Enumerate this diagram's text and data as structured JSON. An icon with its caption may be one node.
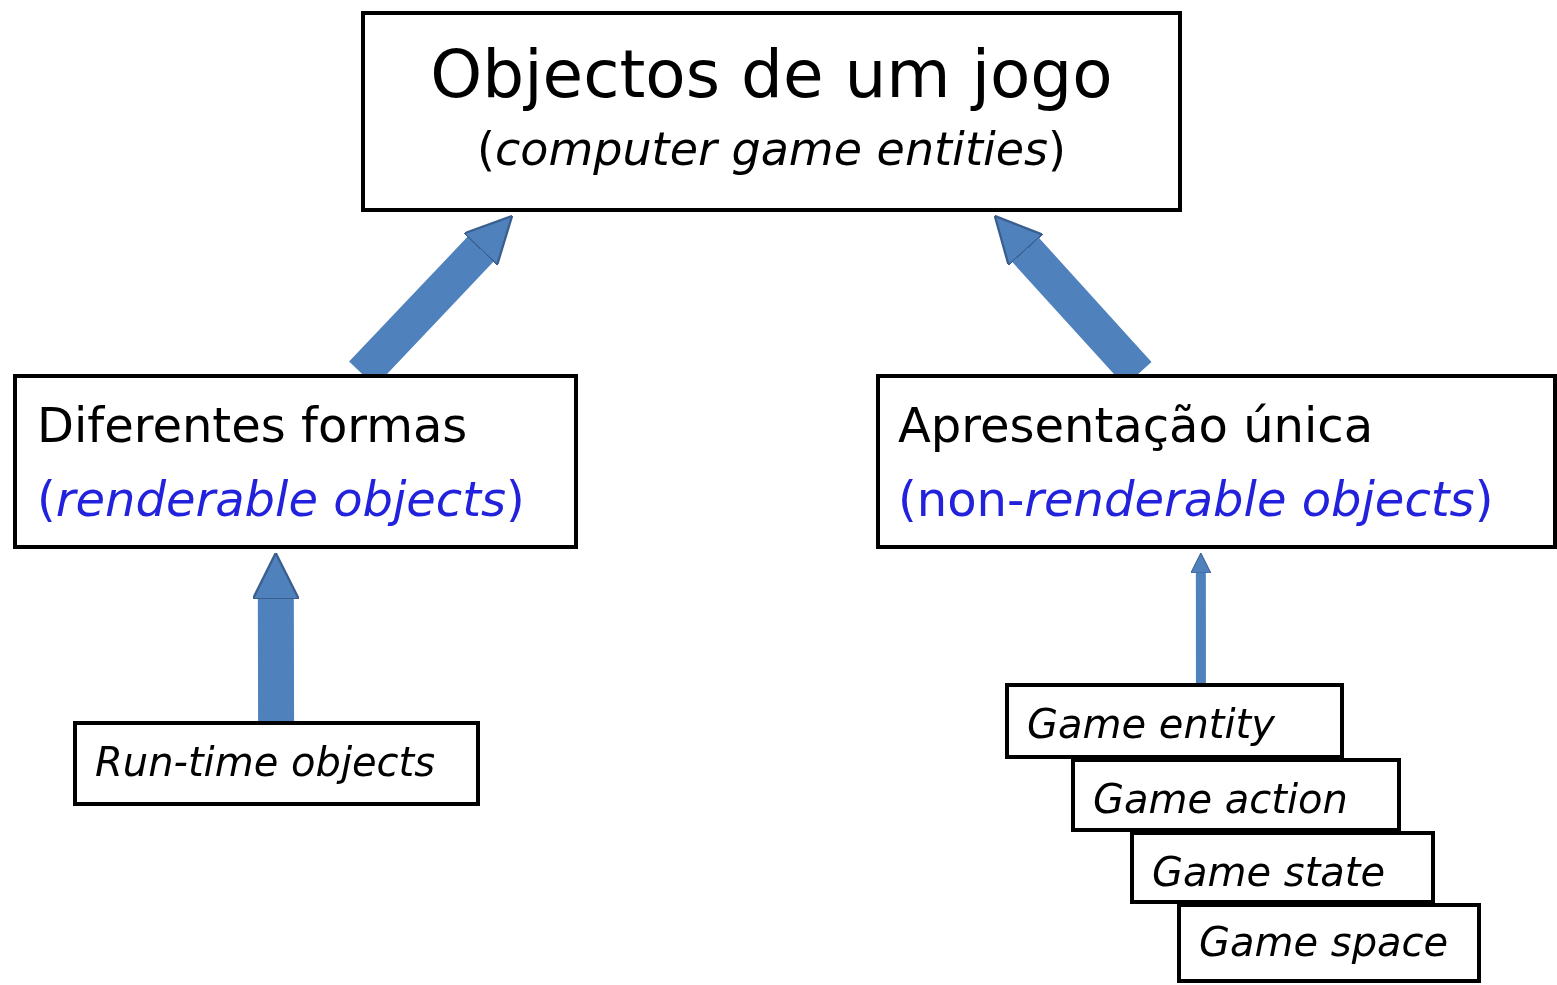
{
  "diagram": {
    "nodes": [
      {
        "text": [
          "Objectos de um jogo",
          "(*computer game entities*)"
        ]
      },
      {
        "text": [
          "Diferentes formas",
          "(*renderable objects*)"
        ]
      },
      {
        "text": [
          "Apresentação única",
          "(non-*renderable objects*)"
        ]
      },
      {
        "text": [
          "Run-time objects"
        ]
      },
      {
        "text": [
          "Game entity"
        ]
      },
      {
        "text": [
          "Game action"
        ]
      },
      {
        "text": [
          "Game state"
        ]
      },
      {
        "text": [
          "Game space"
        ]
      }
    ],
    "edges": [
      {
        "from": 1,
        "to": 0,
        "arrow": "to"
      },
      {
        "from": 2,
        "to": 0,
        "arrow": "to"
      },
      {
        "from": 3,
        "to": 1,
        "arrow": "to"
      },
      {
        "from": 4,
        "to": 2,
        "arrow": "to"
      }
    ]
  }
}
